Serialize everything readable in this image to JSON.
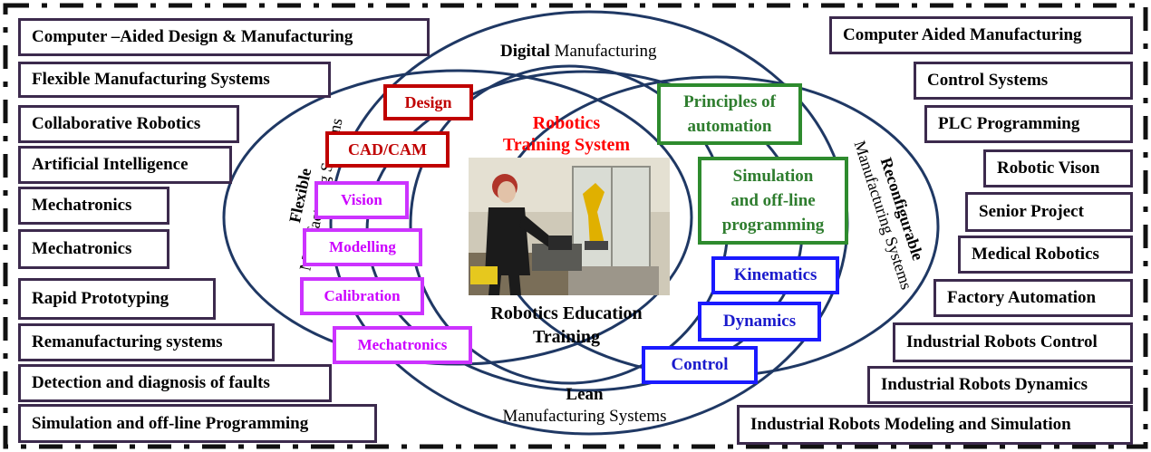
{
  "left_topics": [
    "Computer –Aided Design & Manufacturing",
    "Flexible  Manufacturing Systems",
    "Collaborative Robotics",
    "Artificial Intelligence",
    "Mechatronics",
    "Mechatronics",
    "Rapid Prototyping",
    "Remanufacturing systems",
    "Detection and diagnosis of faults",
    "Simulation and off-line Programming"
  ],
  "right_topics": [
    "Computer Aided Manufacturing",
    "Control Systems",
    "PLC Programming",
    "Robotic Vison",
    "Senior Project",
    "Medical Robotics",
    "Factory Automation",
    "Industrial Robots Control",
    "Industrial Robots Dynamics",
    "Industrial Robots Modeling and Simulation"
  ],
  "circles": {
    "digital": {
      "bold": "Digital",
      "rest": " Manufacturing"
    },
    "flexible": {
      "bold": "Flexible",
      "rest": "Manufacturing  Systems"
    },
    "reconfigurable": {
      "bold": "Reconfigurable",
      "rest": "Manufacturing Systems"
    },
    "lean": {
      "bold": "Lean",
      "rest": "Manufacturing Systems"
    }
  },
  "center": {
    "title_line1": "Robotics",
    "title_line2": "Training System",
    "bottom_line1": "Robotics Education",
    "bottom_line2": "Training"
  },
  "red_boxes": [
    "Design",
    "CAD/CAM"
  ],
  "magenta_boxes": [
    "Vision",
    "Modelling",
    "Calibration",
    "Mechatronics"
  ],
  "green_boxes": [
    {
      "line1": "Principles of",
      "line2": "automation"
    },
    {
      "line1": "Simulation",
      "line2": "and off-line",
      "line3": "programming"
    }
  ],
  "blue_boxes": [
    "Kinematics",
    "Dynamics",
    "Control"
  ],
  "colors": {
    "circle": "#1f3864",
    "red": "#c00000",
    "magenta": "#cc33ff",
    "green": "#2e8b2e",
    "blue": "#1a1aff",
    "box_border": "#3c2a4d"
  }
}
